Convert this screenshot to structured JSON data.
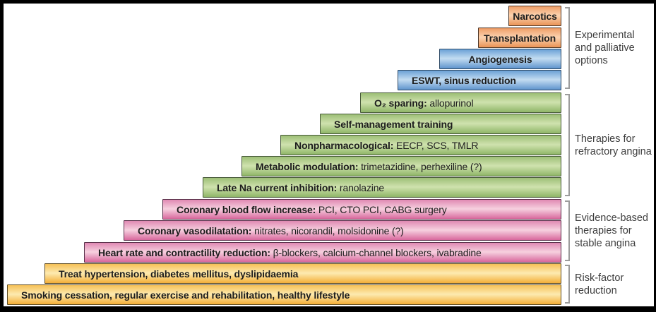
{
  "figure": {
    "background": "#ffffff",
    "frame_color": "#000000"
  },
  "colors": {
    "orange": {
      "top": "#ef9d66",
      "mid": "#fbd3b0",
      "bottom": "#ea9355",
      "border": "#4a3526"
    },
    "blue": {
      "top": "#6ba1d6",
      "mid": "#c3dcf1",
      "bottom": "#5f94cd",
      "border": "#2e4a66"
    },
    "green": {
      "top": "#9dbf76",
      "mid": "#cfe2ae",
      "bottom": "#8fb568",
      "border": "#47593a"
    },
    "pink": {
      "top": "#e089b3",
      "mid": "#f6d0df",
      "bottom": "#d8689d",
      "border": "#59304a"
    },
    "yellow": {
      "top": "#f6c157",
      "mid": "#fdeab0",
      "bottom": "#f3ae37",
      "border": "#5f4c22"
    },
    "bracket": "#9c9c9c",
    "bar_text": "#1d1d1d",
    "label_text": "#3d3d3d"
  },
  "groups": [
    {
      "name": "experimental-and-palliative-options",
      "label_lines": [
        "Experimental",
        "and palliative",
        "options"
      ],
      "bars": [
        {
          "bold": "Narcotics",
          "rest": "",
          "color": "orange",
          "align": "center"
        },
        {
          "bold": "Transplantation",
          "rest": "",
          "color": "orange",
          "align": "center"
        },
        {
          "bold": "Angiogenesis",
          "rest": "",
          "color": "blue",
          "align": "center"
        },
        {
          "bold": "ESWT, sinus reduction",
          "rest": "",
          "color": "blue",
          "align": "left"
        }
      ]
    },
    {
      "name": "therapies-for-refractory-angina",
      "label_lines": [
        "Therapies for",
        "refractory angina"
      ],
      "bars": [
        {
          "bold": "O₂ sparing:",
          "rest": " allopurinol",
          "color": "green",
          "align": "left"
        },
        {
          "bold": "Self-management training",
          "rest": "",
          "color": "green",
          "align": "left"
        },
        {
          "bold": "Nonpharmacological:",
          "rest": " EECP, SCS, TMLR",
          "color": "green",
          "align": "left"
        },
        {
          "bold": "Metabolic modulation:",
          "rest": " trimetazidine, perhexiline (?)",
          "color": "green",
          "align": "left"
        },
        {
          "bold": "Late Na current inhibition:",
          "rest": " ranolazine",
          "color": "green",
          "align": "left"
        }
      ]
    },
    {
      "name": "evidence-based-therapies-for-stable-angina",
      "label_lines": [
        "Evidence-based",
        "therapies for",
        "stable angina"
      ],
      "bars": [
        {
          "bold": "Coronary blood flow increase:",
          "rest": " PCI, CTO PCI, CABG surgery",
          "color": "pink",
          "align": "left"
        },
        {
          "bold": "Coronary vasodilatation:",
          "rest": " nitrates, nicorandil, molsidonine (?)",
          "color": "pink",
          "align": "left"
        },
        {
          "bold": "Heart rate and contractility reduction:",
          "rest": " β-blockers, calcium-channel blockers, ivabradine",
          "color": "pink",
          "align": "left"
        }
      ]
    },
    {
      "name": "risk-factor-reduction",
      "label_lines": [
        "Risk-factor",
        "reduction"
      ],
      "bars": [
        {
          "bold": "Treat hypertension, diabetes mellitus, dyslipidaemia",
          "rest": "",
          "color": "yellow",
          "align": "left"
        },
        {
          "bold": "Smoking cessation, regular exercise and rehabilitation, healthy lifestyle",
          "rest": "",
          "color": "yellow",
          "align": "left"
        }
      ]
    }
  ]
}
